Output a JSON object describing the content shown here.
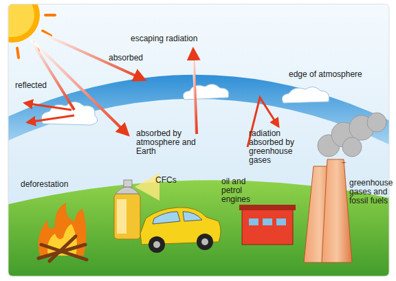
{
  "diagram": {
    "labels": [
      "reflected",
      "absorbed",
      "escaping radiation",
      "edge of atmosphere",
      "absorbed by atmosphere and Earth",
      "radiation absorbed by greenhouse gases",
      "deforestation",
      "CFCs",
      "oil and petrol engines",
      "greenhouse gases and fossil fuels"
    ]
  }
}
